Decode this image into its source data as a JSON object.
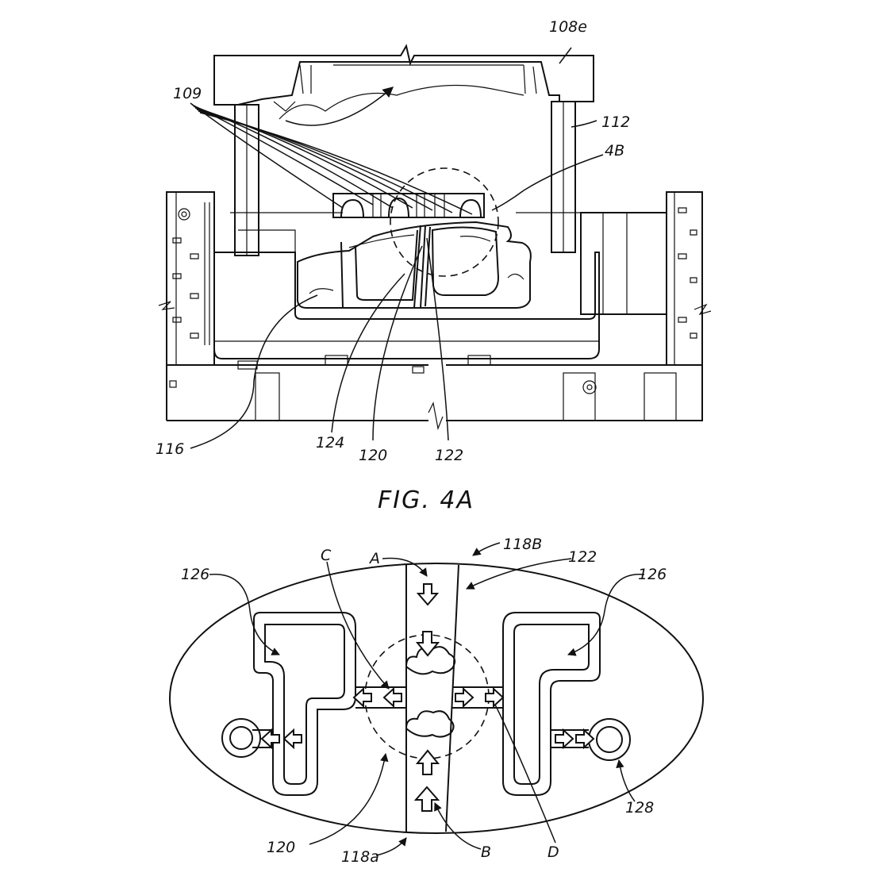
{
  "figure_4a": {
    "caption": "FIG. 4A",
    "labels": {
      "ref_108e": "108e",
      "ref_109": "109",
      "ref_112": "112",
      "ref_4b": "4B",
      "ref_116": "116",
      "ref_124": "124",
      "ref_120": "120",
      "ref_122": "122"
    }
  },
  "figure_4b": {
    "labels": {
      "ref_118b": "118B",
      "ref_122": "122",
      "ref_126_left": "126",
      "ref_126_right": "126",
      "letter_a": "A",
      "letter_b": "B",
      "letter_c": "C",
      "letter_d": "D",
      "ref_120": "120",
      "ref_118a": "118a",
      "ref_128": "128"
    }
  }
}
